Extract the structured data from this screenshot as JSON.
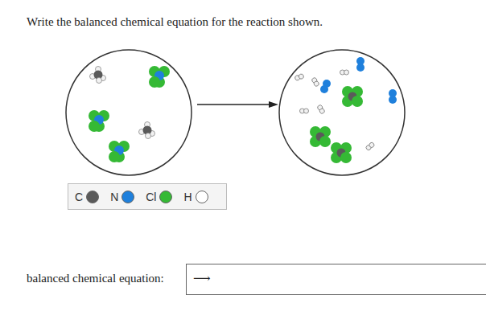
{
  "diagram": {
    "title": "Write the balanced chemical equation for the reaction shown.",
    "nodes": [
      {
        "text": [
          "⟶"
        ]
      }
    ],
    "edges": [],
    "labels": [
      "balanced chemical equation:"
    ],
    "legend": [
      {
        "text": "C",
        "color": "#5a5a5a"
      },
      {
        "text": "N",
        "color": "#1f80dc"
      },
      {
        "text": "Cl",
        "color": "#35b935"
      },
      {
        "text": "H",
        "color": "#ffffff"
      }
    ]
  }
}
